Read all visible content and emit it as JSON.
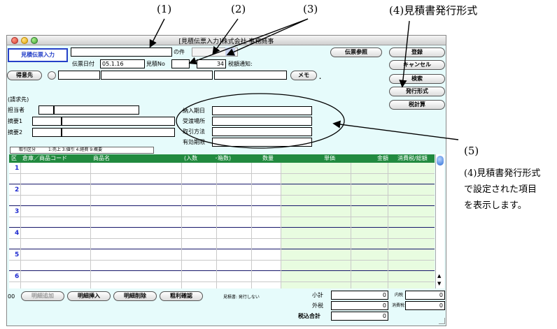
{
  "annotations": {
    "a1": "(1)",
    "a2": "(2)",
    "a3": "(3)",
    "a4": "(4)見積書発行形式",
    "a5": "(5)",
    "note_lines": [
      "(4)見積書発行形式",
      "で設定された項目",
      "を表示します。"
    ]
  },
  "window": {
    "title": "[見積伝票入力]株式会社 事務商事"
  },
  "header": {
    "entry_button": "見積伝票入力",
    "subject_suffix": "の件",
    "subject_value": "",
    "date_label": "伝票日付",
    "date_value": "05.1.16",
    "no_label": "見積No",
    "no_value": "",
    "no_value2": "34",
    "tax_label": "税額通知:",
    "customer_button": "得意先",
    "memo_button": "メモ",
    "memo_dot": "."
  },
  "right_buttons": {
    "voucher_ref": "伝票参照",
    "register": "登録",
    "cancel": "キャンセル",
    "search": "検索",
    "format": "発行形式",
    "tax_calc": "税計算"
  },
  "billing": {
    "title": "(請求先)",
    "person_label": "担当者",
    "memo1_label": "摘要1",
    "memo2_label": "摘要2"
  },
  "terms": {
    "labels": [
      "納入期日",
      "受渡場所",
      "取引方法",
      "有効期限"
    ]
  },
  "trade": {
    "label": "取引区分",
    "hint": "1:売上 3:値引 4:経費 9:概要"
  },
  "table": {
    "headers": {
      "kubun": "区",
      "code": "倉庫／商品コード",
      "name": "商品名",
      "irisu": "(入数",
      "hakosu": "･箱数)",
      "qty": "数量",
      "price": "単価",
      "amount": "金額",
      "tax": "消費税/総額"
    },
    "rows": [
      "1",
      "2",
      "3",
      "4",
      "5",
      "6"
    ]
  },
  "footer": {
    "left_num": "00",
    "add_detail": "明細追加",
    "insert_detail": "明細挿入",
    "delete_detail": "明細削除",
    "profit_check": "粗利確認",
    "estimate_status": "見積書: 発行しない",
    "subtotal_label": "小計",
    "outside_tax_label": "外税",
    "total_label": "税込合計",
    "subtotal": "0",
    "outside_tax": "0",
    "total": "0",
    "inner_tax_label": "内税",
    "inner_tax": "0",
    "consumption_label": "消費税",
    "consumption": "0"
  }
}
